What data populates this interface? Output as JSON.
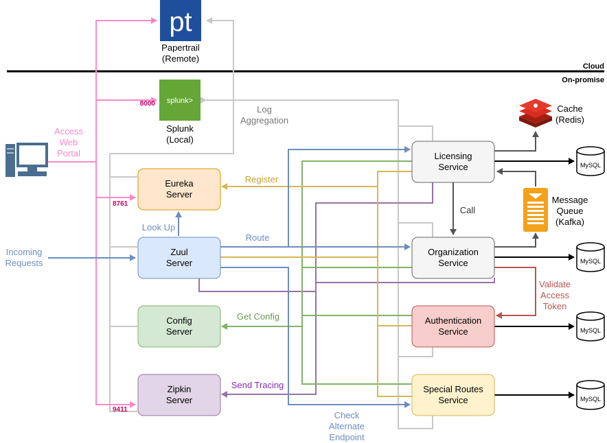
{
  "zones": {
    "cloud": "Cloud",
    "onprem": "On-promise"
  },
  "logging": {
    "papertrail": {
      "logo": "pt",
      "name": "Papertrail",
      "sub": "(Remote)"
    },
    "splunk": {
      "logo": "splunk>",
      "name": "Splunk",
      "sub": "(Local)",
      "port": "8000"
    }
  },
  "client": {
    "portal_label": [
      "Access",
      "Web",
      "Portal"
    ],
    "incoming_label": [
      "Incoming",
      "Requests"
    ]
  },
  "services": {
    "eureka": [
      "Eureka",
      "Server"
    ],
    "zuul": [
      "Zuul",
      "Server"
    ],
    "config": [
      "Config",
      "Server"
    ],
    "zipkin": [
      "Zipkin",
      "Server"
    ],
    "licensing": [
      "Licensing",
      "Service"
    ],
    "organization": [
      "Organization",
      "Service"
    ],
    "authentication": [
      "Authentication",
      "Service"
    ],
    "special": [
      "Special Routes",
      "Service"
    ]
  },
  "ports": {
    "eureka": "8761",
    "zipkin": "9411"
  },
  "edge_labels": {
    "log_aggregation": [
      "Log",
      "Aggregation"
    ],
    "register": "Register",
    "look_up": "Look Up",
    "route": "Route",
    "get_config": "Get Config",
    "send_tracing": "Send Tracing",
    "call": "Call",
    "validate": [
      "Validate",
      "Access",
      "Token"
    ],
    "check_alternate": [
      "Check",
      "Alternate",
      "Endpoint"
    ]
  },
  "infra": {
    "cache": [
      "Cache",
      "(Redis)"
    ],
    "queue": [
      "Message",
      "Queue",
      "(Kafka)"
    ],
    "db_label": "MySQL"
  },
  "colors": {
    "pink": "#FF88C8",
    "gray": "#C8C8C8",
    "blue": "#6C8EBF",
    "yellow": "#D6B656",
    "green": "#82B366",
    "purple": "#9673A6",
    "red": "#B85450",
    "dark": "#333333"
  }
}
